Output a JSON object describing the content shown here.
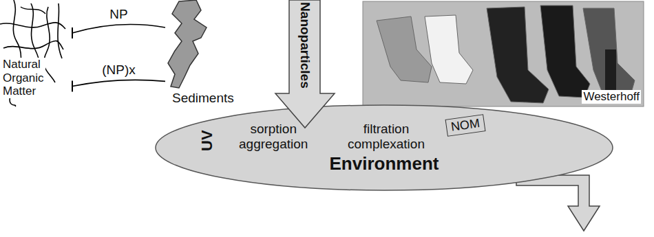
{
  "diagram": {
    "nodes": [
      {
        "text": [
          "Natural Organic Matter"
        ]
      },
      {
        "text": [
          "Sediments"
        ]
      },
      {
        "text": [
          "Nanoparticles"
        ]
      },
      {
        "text": [
          "Westerhoff"
        ]
      },
      {
        "text": [
          "UV",
          "sorption aggregation",
          "filtration complexation",
          "Environment"
        ]
      },
      {
        "text": [
          "NOM"
        ],
        "in": 4
      }
    ],
    "edges": [
      {
        "from": 1,
        "to": 0,
        "label": "NP",
        "arrow": "to"
      },
      {
        "from": 1,
        "to": 0,
        "label": "(NP)x",
        "arrow": "to"
      }
    ]
  }
}
